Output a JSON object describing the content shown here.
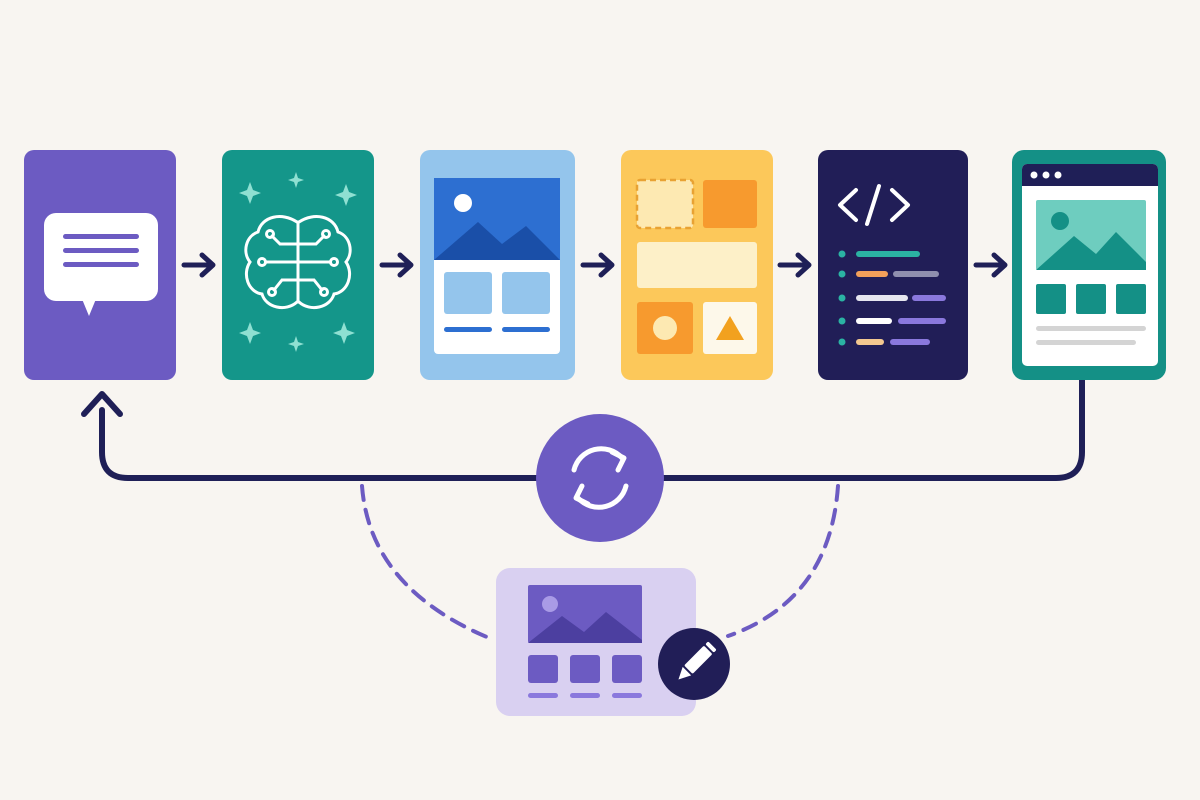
{
  "colors": {
    "background": "#f8f5f1",
    "connector": "#1f1f57",
    "prompt": "#6c5bc2",
    "ai": "#14968a",
    "wireframe_bg": "#94c5ec",
    "wireframe_hero": "#2d6fd1",
    "layout_bg": "#fcc85a",
    "layout_accent": "#f79a2e",
    "code_bg": "#211e57",
    "code_teal": "#2bb3a3",
    "code_orange": "#f3a05a",
    "code_purple": "#8a78dd",
    "result_frame": "#149086",
    "result_hero": "#6ecdbf",
    "refine_bg": "#d9d0f1",
    "refine_accent": "#6c5bc2",
    "loop": "#6c5bc2",
    "edit_badge": "#211e57"
  },
  "pipeline": {
    "stages": [
      {
        "id": "prompt",
        "icon": "chat-bubble-icon"
      },
      {
        "id": "ai-model",
        "icon": "brain-circuit-icon"
      },
      {
        "id": "wireframe",
        "icon": "image-wireframe-icon"
      },
      {
        "id": "layout",
        "icon": "layout-blocks-icon"
      },
      {
        "id": "code",
        "icon": "code-brackets-icon"
      },
      {
        "id": "rendered-page",
        "icon": "browser-window-icon"
      }
    ],
    "arrow_icon": "arrow-right-icon"
  },
  "feedback": {
    "loop_icon": "refresh-cycle-icon",
    "refine_icon": "image-wireframe-icon",
    "edit_icon": "pencil-icon"
  }
}
